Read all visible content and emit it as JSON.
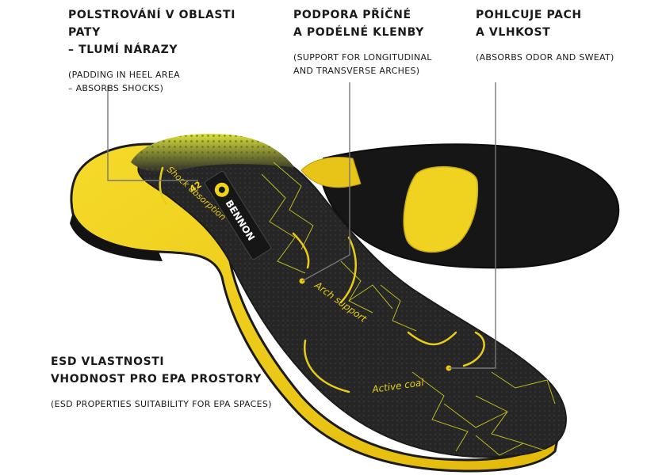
{
  "callouts": {
    "heel": {
      "title_line1": "POLSTROVÁNÍ V OBLASTI PATY",
      "title_line2": "– TLUMÍ NÁRAZY",
      "sub_line1": "(PADDING IN HEEL AREA",
      "sub_line2": "– ABSORBS SHOCKS)"
    },
    "arch": {
      "title_line1": "PODPORA PŘÍČNÉ",
      "title_line2": "A PODÉLNÉ KLENBY",
      "sub_line1": "(SUPPORT FOR LONGITUDINAL",
      "sub_line2": "AND TRANSVERSE ARCHES)"
    },
    "odor": {
      "title_line1": "POHLCUJE PACH",
      "title_line2": "A VLHKOST",
      "sub_line1": "(ABSORBS ODOR AND SWEAT)"
    },
    "esd": {
      "title_line1": "ESD VLASTNOSTI",
      "title_line2": "VHODNOST PRO EPA PROSTORY",
      "sub_line1": "(ESD PROPERTIES SUITABILITY FOR EPA SPACES)"
    }
  },
  "insole_prints": {
    "brand": "BENNON",
    "size": "42",
    "heel_text": "Shock absorption",
    "arch_text": "Arch support",
    "forefoot_text": "Active coal"
  },
  "colors": {
    "accent_yellow": "#f2d21a",
    "insole_dark": "#2a2a2a",
    "callout_line": "#777777"
  }
}
